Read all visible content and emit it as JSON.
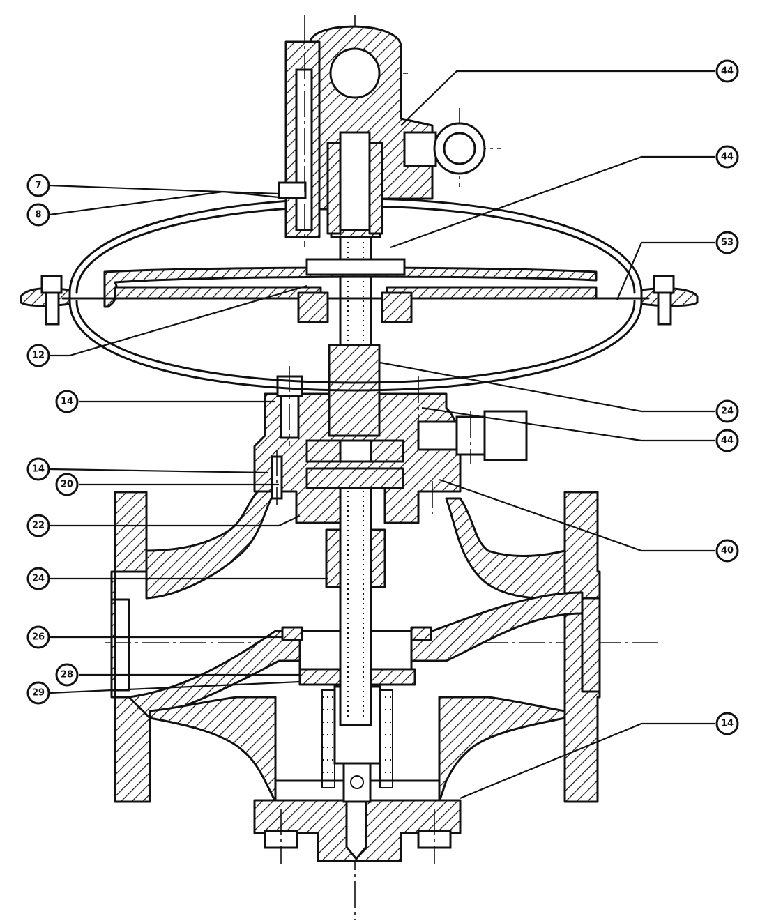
{
  "diagram": {
    "callouts": [
      {
        "id": "c1",
        "label": "44"
      },
      {
        "id": "c2",
        "label": "44"
      },
      {
        "id": "c3",
        "label": "7"
      },
      {
        "id": "c4",
        "label": "8"
      },
      {
        "id": "c5",
        "label": "53"
      },
      {
        "id": "c6",
        "label": "12"
      },
      {
        "id": "c7",
        "label": "14"
      },
      {
        "id": "c8",
        "label": "24"
      },
      {
        "id": "c9",
        "label": "44"
      },
      {
        "id": "c10",
        "label": "14"
      },
      {
        "id": "c11",
        "label": "20"
      },
      {
        "id": "c12",
        "label": "22"
      },
      {
        "id": "c13",
        "label": "40"
      },
      {
        "id": "c14",
        "label": "24"
      },
      {
        "id": "c15",
        "label": "26"
      },
      {
        "id": "c16",
        "label": "28"
      },
      {
        "id": "c17",
        "label": "29"
      },
      {
        "id": "c18",
        "label": "14"
      }
    ]
  }
}
